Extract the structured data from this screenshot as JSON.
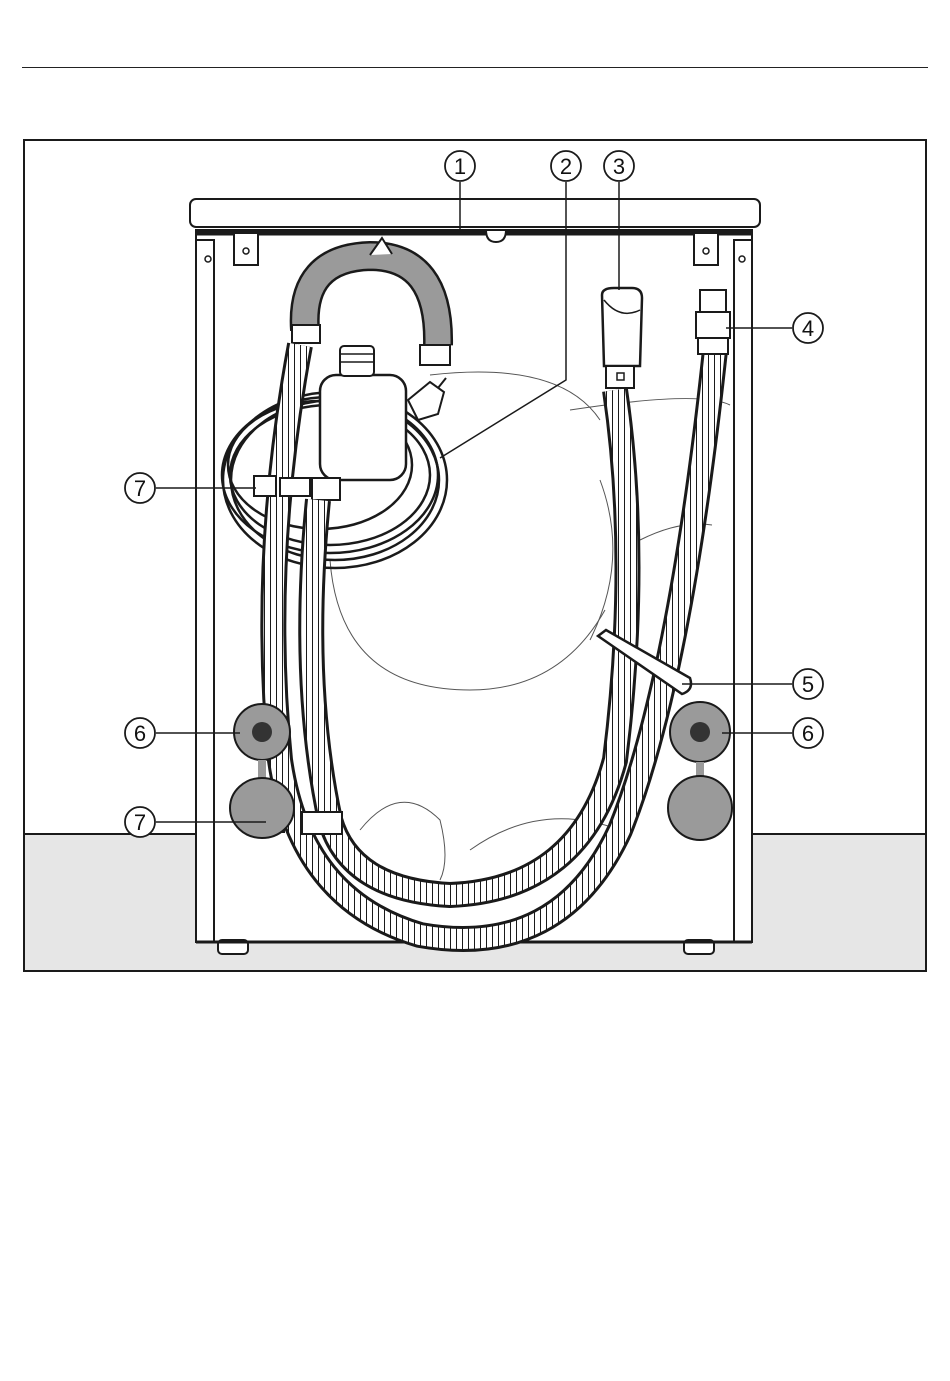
{
  "callouts": [
    {
      "id": "1",
      "label": "1"
    },
    {
      "id": "2",
      "label": "2"
    },
    {
      "id": "3",
      "label": "3"
    },
    {
      "id": "4",
      "label": "4"
    },
    {
      "id": "5",
      "label": "5"
    },
    {
      "id": "6a",
      "label": "6"
    },
    {
      "id": "6b",
      "label": "6"
    },
    {
      "id": "7a",
      "label": "7"
    },
    {
      "id": "7b",
      "label": "7"
    }
  ],
  "colors": {
    "line": "#1a1a1a",
    "floor": "#e6e6e6",
    "grey_fill": "#9a9a9a",
    "dark_fill": "#555555"
  }
}
